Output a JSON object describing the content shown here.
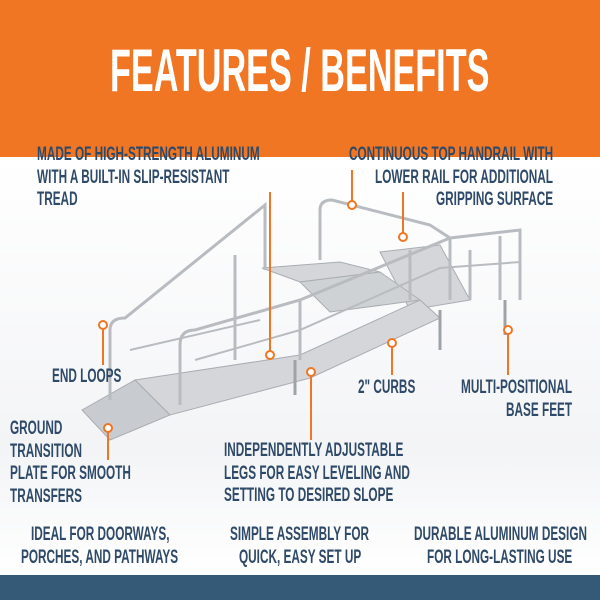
{
  "title": "FEATURES / BENEFITS",
  "colors": {
    "accent": "#f07623",
    "text": "#2f4a68",
    "footer": "#355a78"
  },
  "callouts": {
    "aluminum": [
      "MADE OF HIGH-STRENGTH ALUMINUM",
      "WITH A BUILT-IN SLIP-RESISTANT",
      "TREAD"
    ],
    "handrail": [
      "CONTINUOUS TOP HANDRAIL WITH",
      "LOWER RAIL FOR ADDITIONAL",
      "GRIPPING SURFACE"
    ],
    "end_loops": [
      "END LOOPS"
    ],
    "curbs": [
      "2\" CURBS"
    ],
    "base_feet": [
      "MULTI-POSITIONAL",
      "BASE FEET"
    ],
    "transition": [
      "GROUND",
      "TRANSITION",
      "PLATE FOR SMOOTH",
      "TRANSFERS"
    ],
    "legs": [
      "INDEPENDENTLY ADJUSTABLE",
      "LEGS FOR EASY LEVELING AND",
      "SETTING TO DESIRED SLOPE"
    ]
  },
  "benefits": [
    [
      "IDEAL FOR DOORWAYS,",
      "PORCHES, AND PATHWAYS"
    ],
    [
      "SIMPLE ASSEMBLY FOR",
      "QUICK, EASY SET UP"
    ],
    [
      "DURABLE ALUMINUM DESIGN",
      "FOR LONG-LASTING USE"
    ]
  ]
}
